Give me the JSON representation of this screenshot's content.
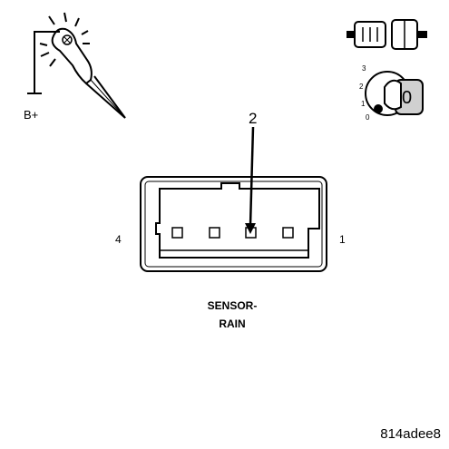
{
  "probe": {
    "supply_label": "B+"
  },
  "connector": {
    "pin_left_label": "4",
    "pin_right_label": "1",
    "callout_number": "2",
    "name_line1": "SENSOR-",
    "name_line2": "RAIN"
  },
  "ignition": {
    "positions": [
      "3",
      "2",
      "1",
      "0"
    ],
    "key_label": "0"
  },
  "figure_id": "814adee8",
  "colors": {
    "line": "#000000",
    "background": "#ffffff",
    "key_fill": "#d0d0d0"
  }
}
